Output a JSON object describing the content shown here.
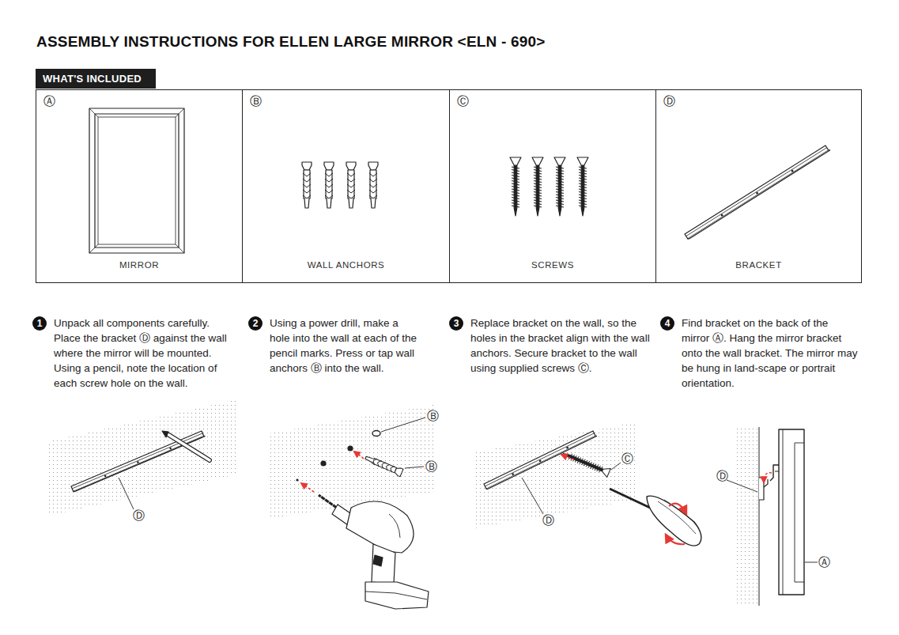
{
  "diagram": {
    "title": "ASSEMBLY INSTRUCTIONS FOR ELLEN LARGE MIRROR <ELN - 690>",
    "nodes": [
      {
        "text": [
          "WHAT'S INCLUDED"
        ]
      },
      {
        "text": [
          "Ⓐ",
          "MIRROR"
        ]
      },
      {
        "text": [
          "Ⓑ",
          "WALL ANCHORS"
        ]
      },
      {
        "text": [
          "Ⓒ",
          "SCREWS"
        ]
      },
      {
        "text": [
          "Ⓓ",
          "BRACKET"
        ]
      },
      {
        "text": [
          "1",
          "Unpack all components carefully. Place the bracket Ⓓ against the wall where the mirror will be mounted. Using a pencil, note the location of each screw hole on the wall."
        ]
      },
      {
        "text": [
          "2",
          "Using a power drill, make a hole into the wall at each of the pencil marks. Press or tap wall anchors Ⓑ into the wall."
        ]
      },
      {
        "text": [
          "3",
          "Replace bracket on the wall, so the holes in the bracket align with the wall anchors. Secure bracket to the wall using supplied screws Ⓒ."
        ]
      },
      {
        "text": [
          "4",
          "Find bracket on the back of the mirror Ⓐ. Hang the mirror bracket onto the wall bracket. The mirror may be hung in land-scape or portrait orientation."
        ]
      }
    ],
    "labels": [
      "Ⓓ",
      "Ⓑ",
      "Ⓑ",
      "Ⓒ",
      "Ⓓ",
      "Ⓓ",
      "Ⓐ"
    ]
  }
}
